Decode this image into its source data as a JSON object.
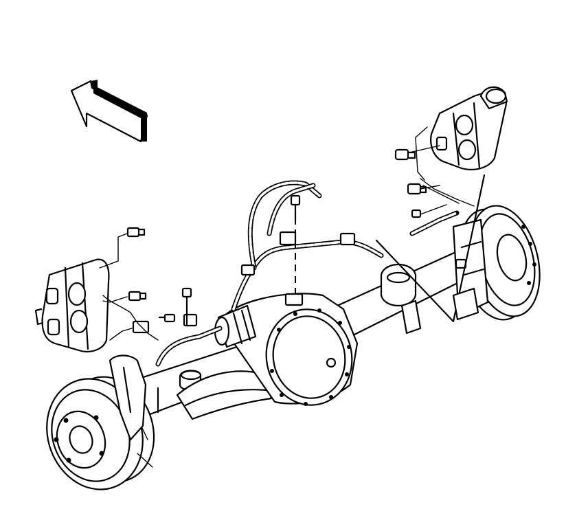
{
  "diagram": {
    "components": [
      {
        "name": "direction-arrow",
        "icon": "arrow-forward-icon"
      },
      {
        "name": "left-brake-caliper"
      },
      {
        "name": "right-brake-caliper"
      },
      {
        "name": "left-brake-rotor"
      },
      {
        "name": "right-brake-rotor"
      },
      {
        "name": "differential-housing"
      },
      {
        "name": "axle-housing"
      },
      {
        "name": "brake-hose-harness"
      },
      {
        "name": "caliper-mounting-bolts"
      }
    ],
    "colors": {
      "line": "#000000",
      "background": "#ffffff"
    }
  }
}
